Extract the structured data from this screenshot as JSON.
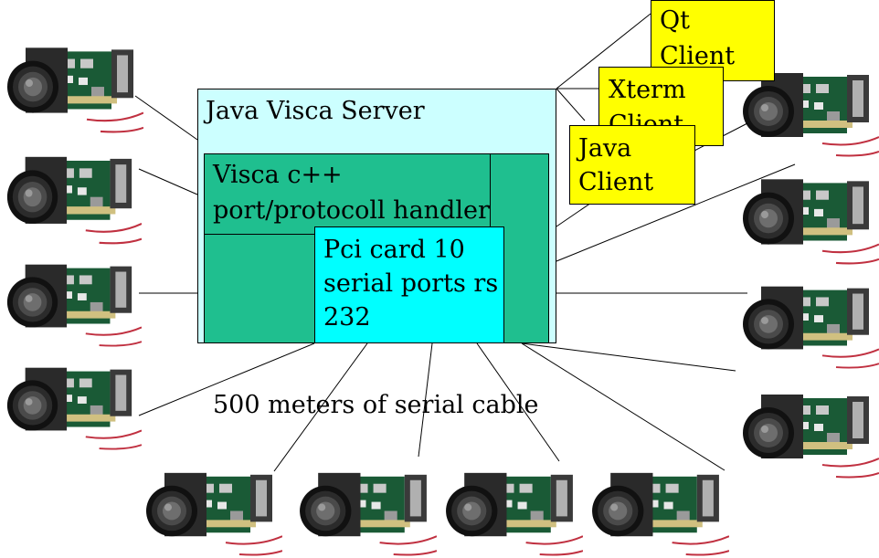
{
  "server": {
    "title": "Java Visca Server"
  },
  "handler": {
    "line1": "Visca c++",
    "line2": "port/protocoll handler"
  },
  "pci": {
    "line1": "Pci card 10",
    "line2": "serial ports rs",
    "line3": "232"
  },
  "clients": [
    {
      "line1": "Qt",
      "line2": "Client"
    },
    {
      "line1": "Xterm",
      "line2": "Client"
    },
    {
      "line1": "Java",
      "line2": "Client"
    }
  ],
  "cable_label": "500 meters of serial cable",
  "cameras": [
    {
      "name": "camera-left-1"
    },
    {
      "name": "camera-left-2"
    },
    {
      "name": "camera-left-3"
    },
    {
      "name": "camera-left-4"
    },
    {
      "name": "camera-right-1"
    },
    {
      "name": "camera-right-2"
    },
    {
      "name": "camera-right-3"
    },
    {
      "name": "camera-right-4"
    },
    {
      "name": "camera-bottom-1"
    },
    {
      "name": "camera-bottom-2"
    },
    {
      "name": "camera-bottom-3"
    },
    {
      "name": "camera-bottom-4"
    }
  ],
  "colors": {
    "server_bg": "#ccffff",
    "handler_bg": "#1fbf8f",
    "pci_bg": "#00ffff",
    "client_bg": "#ffff00"
  }
}
